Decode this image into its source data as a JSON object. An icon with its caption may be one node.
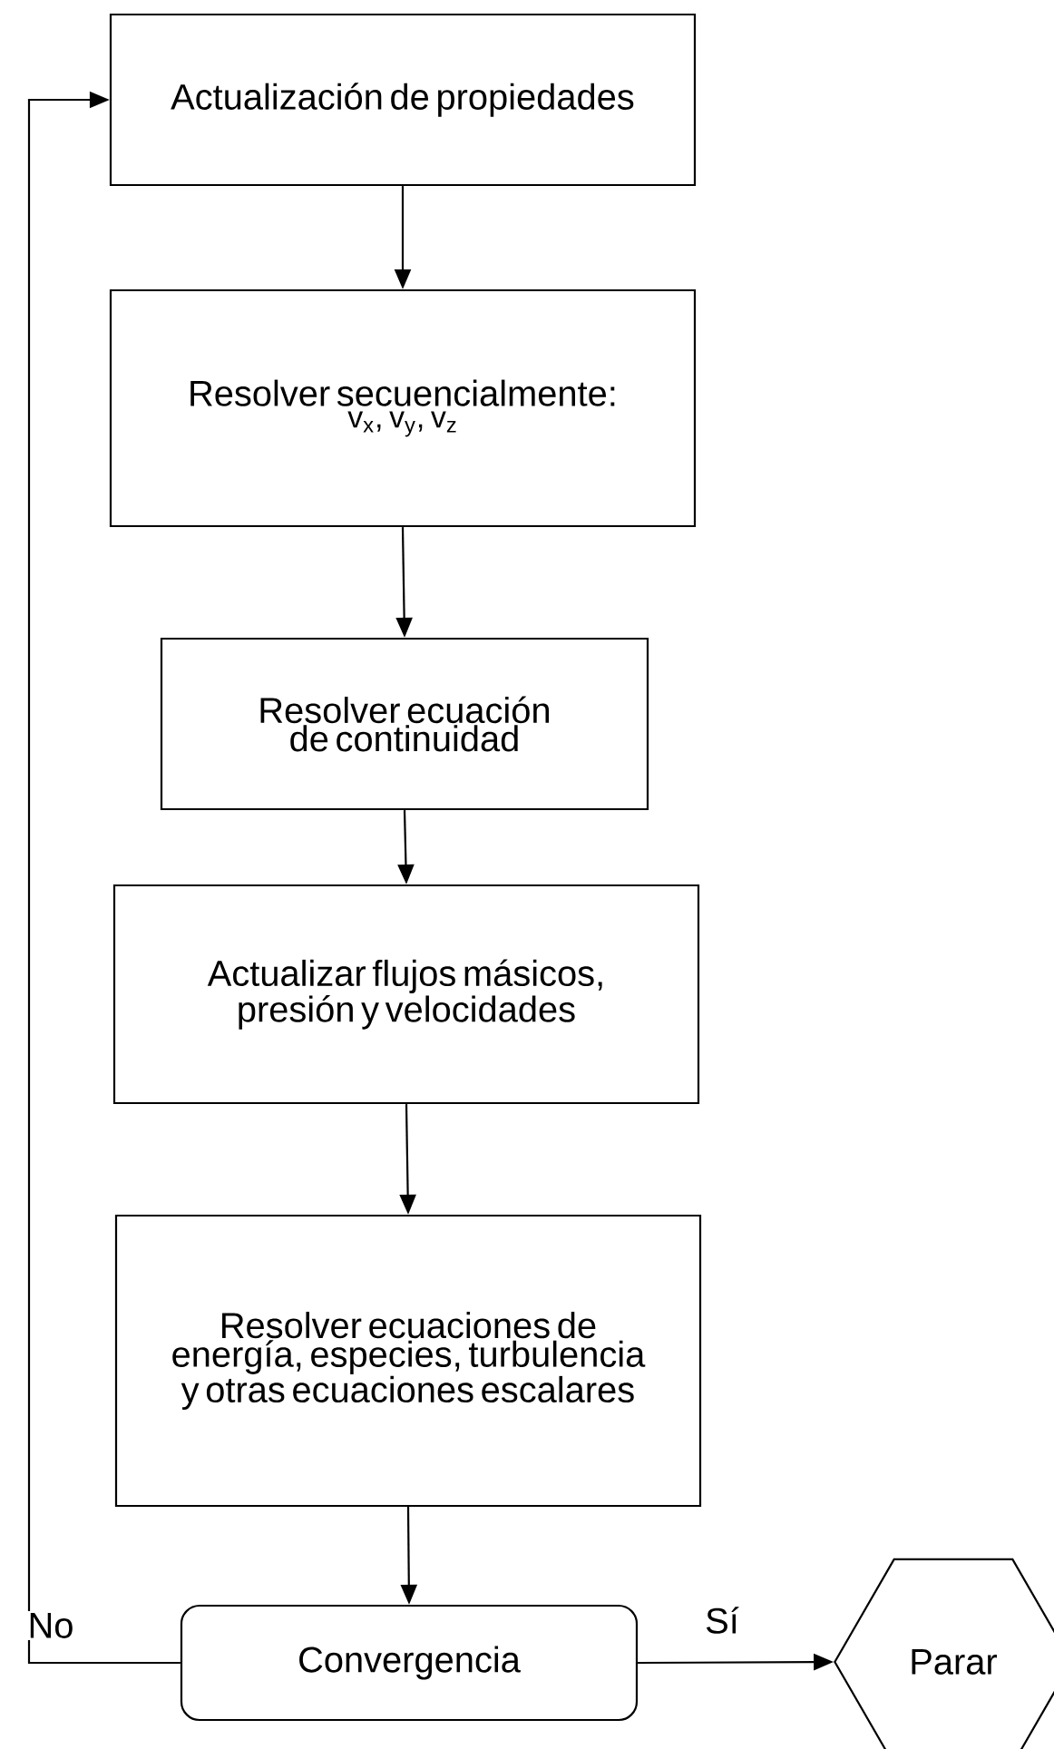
{
  "diagram": {
    "nodes": [
      {
        "text": [
          "Actualización de propiedades"
        ]
      },
      {
        "text": [
          "Resolver secuencialmente:",
          "v$_{x}$, v$_{y}$, v$_{z}$"
        ]
      },
      {
        "text": [
          "Resolver ecuación de continuidad"
        ]
      },
      {
        "text": [
          "Actualizar flujos másicos, presión y velocidades"
        ]
      },
      {
        "text": [
          "Resolver ecuaciones de energía, especies, turbulencia y otras ecuaciones escalares"
        ]
      },
      {
        "text": [
          "Convergencia"
        ]
      },
      {
        "text": [
          "Parar"
        ]
      }
    ],
    "edges": [
      {
        "from": 0,
        "to": 1,
        "arrow": "to"
      },
      {
        "from": 1,
        "to": 2,
        "arrow": "to"
      },
      {
        "from": 2,
        "to": 3,
        "arrow": "to"
      },
      {
        "from": 3,
        "to": 4,
        "arrow": "to"
      },
      {
        "from": 4,
        "to": 5,
        "arrow": "to"
      },
      {
        "from": 5,
        "to": 6,
        "arrow": "to",
        "label": "Sí"
      },
      {
        "from": 5,
        "to": 0,
        "arrow": "to",
        "label": "No"
      }
    ]
  }
}
